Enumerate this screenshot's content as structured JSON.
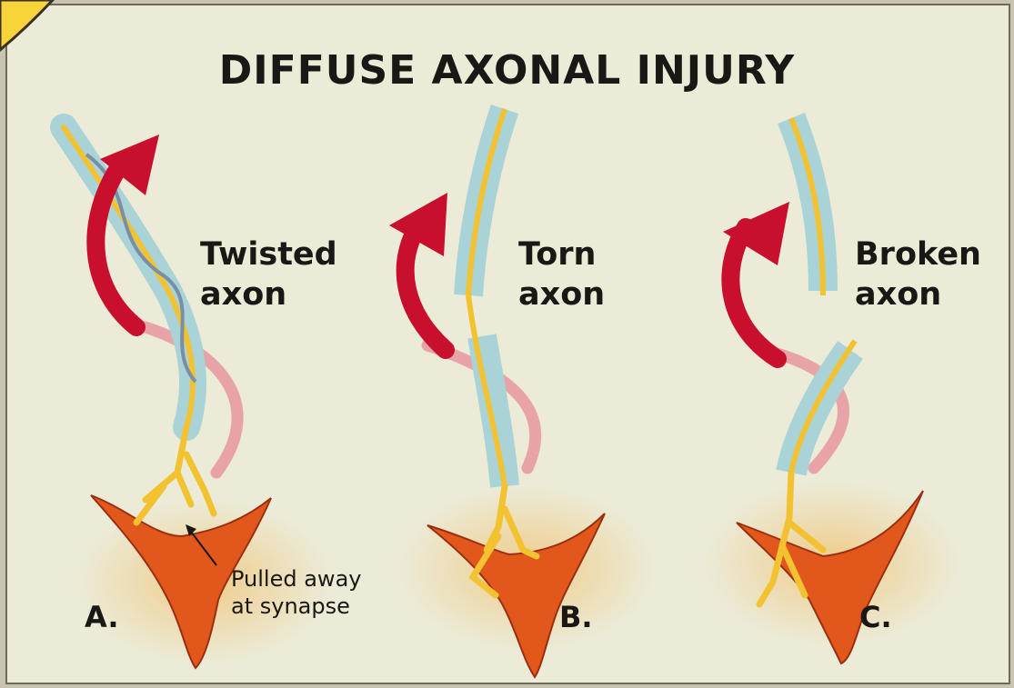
{
  "title": "DIFFUSE AXONAL INJURY",
  "panels": [
    {
      "letter": "A.",
      "caption_line1": "Twisted",
      "caption_line2": "axon",
      "note_line1": "Pulled away",
      "note_line2": "at synapse"
    },
    {
      "letter": "B.",
      "caption_line1": "Torn",
      "caption_line2": "axon"
    },
    {
      "letter": "C.",
      "caption_line1": "Broken",
      "caption_line2": "axon"
    }
  ],
  "colors": {
    "background": "#ecebd7",
    "arrow": "#c8102e",
    "arrow_back": "#e8a3a8",
    "axon_core": "#f2c230",
    "myelin": "#a9d3d6",
    "neuron": "#e2581c"
  }
}
